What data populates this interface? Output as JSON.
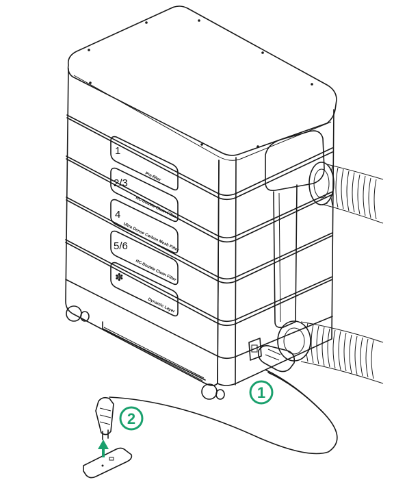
{
  "filter_labels": [
    {
      "number": "1",
      "name": "Pre-filter"
    },
    {
      "number": "2/3",
      "name": "HC-Double Clean Filter"
    },
    {
      "number": "4",
      "name": "Ultra Dense Carbon Mesh Filter"
    },
    {
      "number": "5/6",
      "name": "HC-Double Clean Filter"
    },
    {
      "number": "✽",
      "name": "Dynamic Layer"
    }
  ],
  "steps": [
    {
      "label": "1"
    },
    {
      "label": "2"
    }
  ],
  "colors": {
    "accent": "#1aa06d",
    "line": "#1a1a1a",
    "background": "#ffffff"
  }
}
